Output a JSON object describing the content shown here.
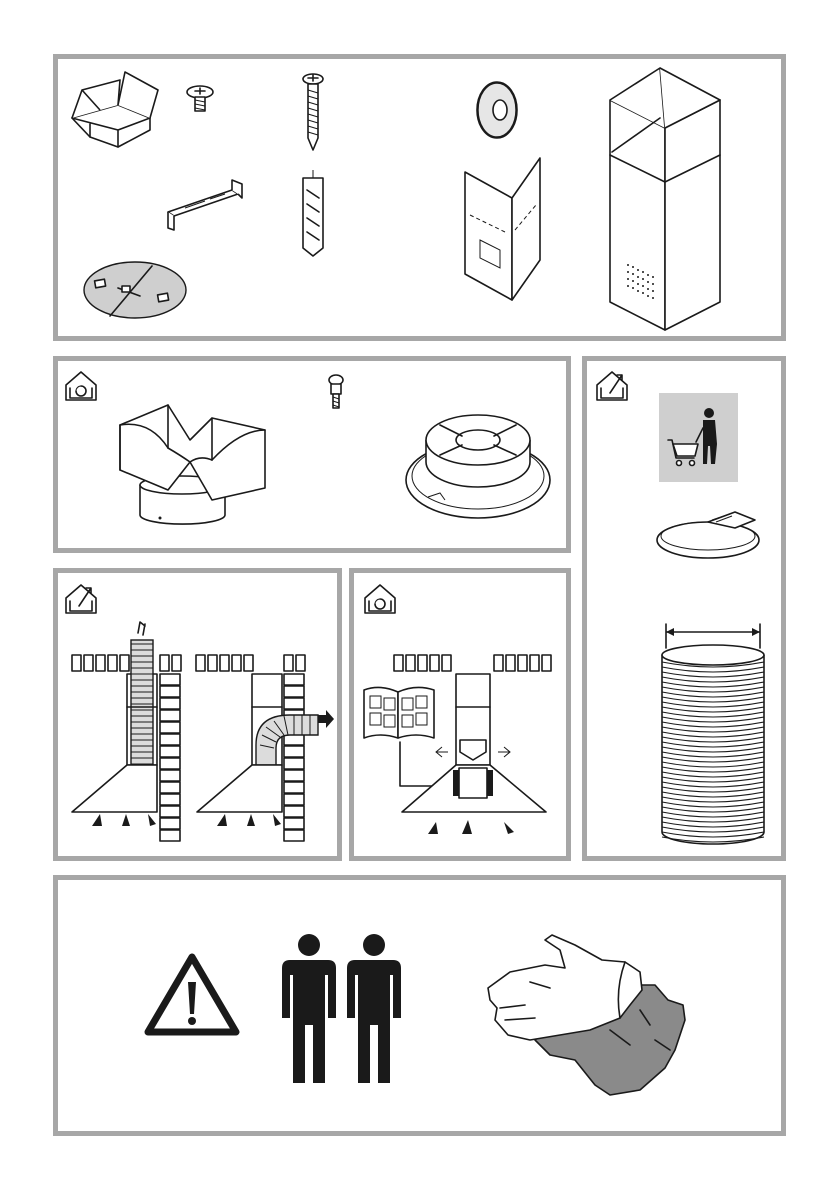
{
  "page": {
    "background": "#ffffff",
    "panel_border_color": "#a7a7a7",
    "line_color": "#1a1a1a"
  },
  "panels": [
    {
      "id": "contents",
      "items": [
        "box-icon",
        "short-screw-icon",
        "long-screw-icon",
        "washer-icon",
        "bracket-icon",
        "wall-plug-icon",
        "template-sheet-icon",
        "chimney-icon",
        "disc-template-icon"
      ]
    },
    {
      "id": "recirculation-kit",
      "badge": "recirculation-mode-icon",
      "items": [
        "deflector-icon",
        "filter-screw-icon",
        "charcoal-filter-icon"
      ]
    },
    {
      "id": "extraction-accessories",
      "badge": "extraction-mode-icon",
      "items": [
        "buy-separately-icon",
        "hose-clamp-icon",
        "flexible-duct-icon"
      ]
    },
    {
      "id": "extraction-installation",
      "badge": "extraction-mode-icon",
      "items": [
        "vertical-duct-diagram",
        "side-duct-diagram"
      ]
    },
    {
      "id": "recirculation-installation",
      "badge": "recirculation-mode-icon",
      "items": [
        "manual-icon",
        "recirculation-diagram"
      ]
    },
    {
      "id": "safety",
      "items": [
        "warning-triangle-icon",
        "two-people-icon",
        "protective-gloves-icon"
      ]
    }
  ]
}
